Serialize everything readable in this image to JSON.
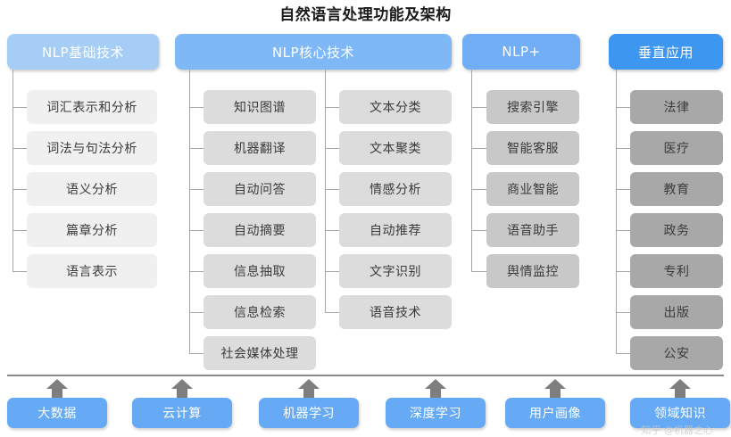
{
  "title": "自然语言处理功能及架构",
  "colors": {
    "header_basic": "#a6cdf5",
    "header_core": "#7fb8f7",
    "header_plus": "#72aef5",
    "header_vertical": "#3d96f0",
    "leaf_basic": "#f0f0f0",
    "leaf_core": "#dcdcdc",
    "leaf_plus": "#c8c8c8",
    "leaf_vertical": "#a8a8a8",
    "connector": "#a6a6a6",
    "arrow": "#7e7e7e",
    "base_box": "#66aaf5",
    "divider": "#8a8a8a"
  },
  "columns": [
    {
      "id": "basic",
      "header": "NLP基础技术",
      "groups": [
        {
          "items": [
            "词汇表示和分析",
            "词法与句法分析",
            "语义分析",
            "篇章分析",
            "语言表示"
          ]
        }
      ]
    },
    {
      "id": "core",
      "header": "NLP核心技术",
      "groups": [
        {
          "items": [
            "知识图谱",
            "机器翻译",
            "自动问答",
            "自动摘要",
            "信息抽取",
            "信息检索",
            "社会媒体处理"
          ]
        },
        {
          "items": [
            "文本分类",
            "文本聚类",
            "情感分析",
            "自动推荐",
            "文字识别",
            "语音技术"
          ]
        }
      ]
    },
    {
      "id": "plus",
      "header": "NLP+",
      "groups": [
        {
          "items": [
            "搜索引擎",
            "智能客服",
            "商业智能",
            "语音助手",
            "舆情监控"
          ]
        }
      ]
    },
    {
      "id": "vertical",
      "header": "垂直应用",
      "groups": [
        {
          "items": [
            "法律",
            "医疗",
            "教育",
            "政务",
            "专利",
            "出版",
            "公安"
          ]
        }
      ]
    }
  ],
  "foundation": {
    "items": [
      "大数据",
      "云计算",
      "机器学习",
      "深度学习",
      "用户画像",
      "领域知识"
    ]
  },
  "watermark": "知乎 @机器之心"
}
